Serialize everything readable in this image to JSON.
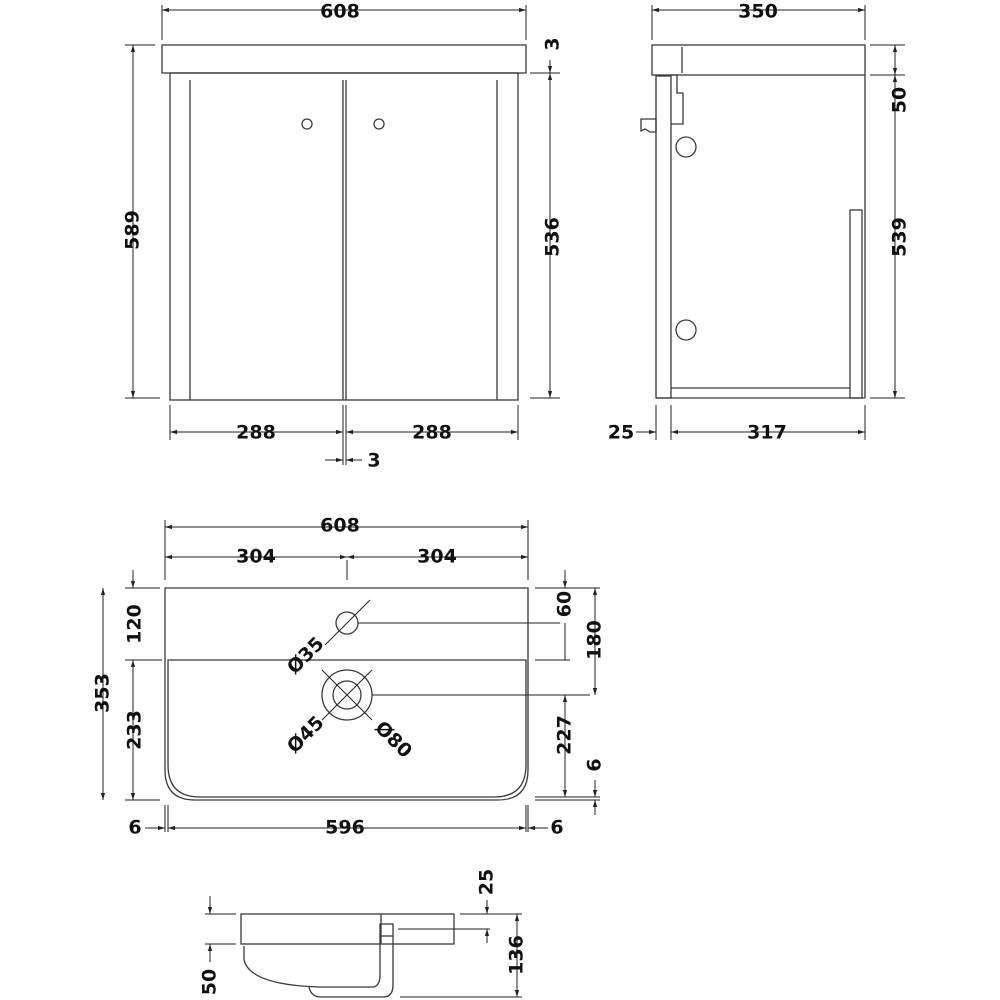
{
  "front_view": {
    "width": "608",
    "height": "589",
    "body_height": "536",
    "top_thickness": "3",
    "door_left": "288",
    "door_right": "288",
    "door_gap": "3"
  },
  "side_view": {
    "depth": "350",
    "top_height": "50",
    "body_height": "539",
    "back_offset": "25",
    "body_depth": "317"
  },
  "plan_view": {
    "width": "608",
    "half_left": "304",
    "half_right": "304",
    "depth": "353",
    "rear_deck": "120",
    "bowl_depth": "233",
    "tap_offset": "60",
    "waste_offset": "180",
    "waste_front": "227",
    "front_lip": "6",
    "left_lip": "6",
    "bowl_width": "596",
    "right_lip": "6",
    "tap_hole": "Ø35",
    "waste_inner": "Ø45",
    "waste_outer": "Ø80"
  },
  "section_view": {
    "rim": "50",
    "overflow": "25",
    "total_height": "136"
  },
  "colors": {
    "line": "#3a3a3a",
    "text": "#111111"
  }
}
